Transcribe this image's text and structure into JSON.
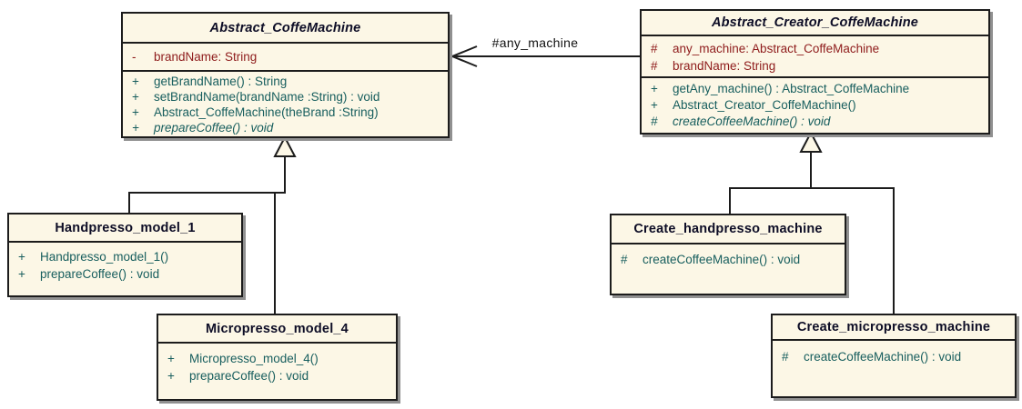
{
  "diagram": {
    "type": "uml-class-diagram",
    "colors": {
      "background": "#FFFFFF",
      "class_fill": "#FCF7E6",
      "class_border": "#1C1C1C",
      "shadow": "#909090",
      "title_text": "#0D0D26",
      "attribute_text": "#8E1B1B",
      "method_text": "#175E5E",
      "connector": "#1C1C1C"
    },
    "classes": [
      {
        "name": "Abstract_CoffeMachine",
        "abstract": true,
        "attributes": [
          {
            "visibility": "-",
            "text": "brandName: String"
          }
        ],
        "methods": [
          {
            "visibility": "+",
            "text": "getBrandName() : String",
            "abstract": false
          },
          {
            "visibility": "+",
            "text": "setBrandName(brandName :String) : void",
            "abstract": false
          },
          {
            "visibility": "+",
            "text": "Abstract_CoffeMachine(theBrand :String)",
            "abstract": false
          },
          {
            "visibility": "+",
            "text": "prepareCoffee() : void",
            "abstract": true
          }
        ]
      },
      {
        "name": "Abstract_Creator_CoffeMachine",
        "abstract": true,
        "attributes": [
          {
            "visibility": "#",
            "text": "any_machine: Abstract_CoffeMachine"
          },
          {
            "visibility": "#",
            "text": "brandName: String"
          }
        ],
        "methods": [
          {
            "visibility": "+",
            "text": "getAny_machine() : Abstract_CoffeMachine",
            "abstract": false
          },
          {
            "visibility": "+",
            "text": "Abstract_Creator_CoffeMachine()",
            "abstract": false
          },
          {
            "visibility": "#",
            "text": "createCoffeeMachine() : void",
            "abstract": true
          }
        ]
      },
      {
        "name": "Handpresso_model_1",
        "abstract": false,
        "attributes": [],
        "methods": [
          {
            "visibility": "+",
            "text": "Handpresso_model_1()",
            "abstract": false
          },
          {
            "visibility": "+",
            "text": "prepareCoffee() : void",
            "abstract": false
          }
        ]
      },
      {
        "name": "Micropresso_model_4",
        "abstract": false,
        "attributes": [],
        "methods": [
          {
            "visibility": "+",
            "text": "Micropresso_model_4()",
            "abstract": false
          },
          {
            "visibility": "+",
            "text": "prepareCoffee() : void",
            "abstract": false
          }
        ]
      },
      {
        "name": "Create_handpresso_machine",
        "abstract": false,
        "attributes": [],
        "methods": [
          {
            "visibility": "#",
            "text": "createCoffeeMachine() : void",
            "abstract": false
          }
        ]
      },
      {
        "name": "Create_micropresso_machine",
        "abstract": false,
        "attributes": [],
        "methods": [
          {
            "visibility": "#",
            "text": "createCoffeeMachine() : void",
            "abstract": false
          }
        ]
      }
    ],
    "relationships": [
      {
        "type": "generalization",
        "from": "Handpresso_model_1",
        "to": "Abstract_CoffeMachine"
      },
      {
        "type": "generalization",
        "from": "Micropresso_model_4",
        "to": "Abstract_CoffeMachine"
      },
      {
        "type": "generalization",
        "from": "Create_handpresso_machine",
        "to": "Abstract_Creator_CoffeMachine"
      },
      {
        "type": "generalization",
        "from": "Create_micropresso_machine",
        "to": "Abstract_Creator_CoffeMachine"
      },
      {
        "type": "association",
        "from": "Abstract_Creator_CoffeMachine",
        "to": "Abstract_CoffeMachine",
        "label": "#any_machine"
      }
    ]
  }
}
